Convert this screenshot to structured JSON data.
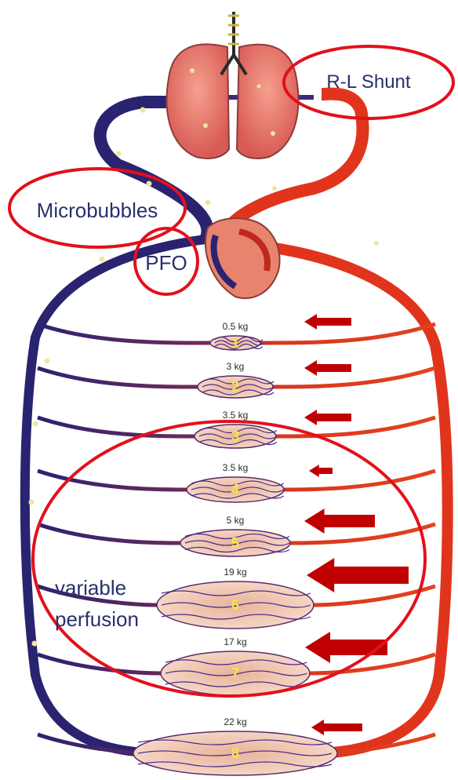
{
  "labels": {
    "shunt": "R-L Shunt",
    "microbubbles": "Microbubbles",
    "pfo": "PFO",
    "variable_line1": "variable",
    "variable_line2": "perfusion"
  },
  "organs": [
    {
      "number": "1",
      "mass": "0.5 kg"
    },
    {
      "number": "2",
      "mass": "3 kg"
    },
    {
      "number": "3",
      "mass": "3.5 kg"
    },
    {
      "number": "4",
      "mass": "3.5 kg"
    },
    {
      "number": "5",
      "mass": "5 kg"
    },
    {
      "number": "6",
      "mass": "19 kg"
    },
    {
      "number": "7",
      "mass": "17 kg"
    },
    {
      "number": "8",
      "mass": "22 kg"
    }
  ],
  "colors": {
    "venous": "#2a2370",
    "arterial": "#e0351c",
    "highlight": "#e3101c",
    "arrow": "#c00000",
    "organ_number": "#f2e64a",
    "label_text": "#2a2f6e"
  }
}
